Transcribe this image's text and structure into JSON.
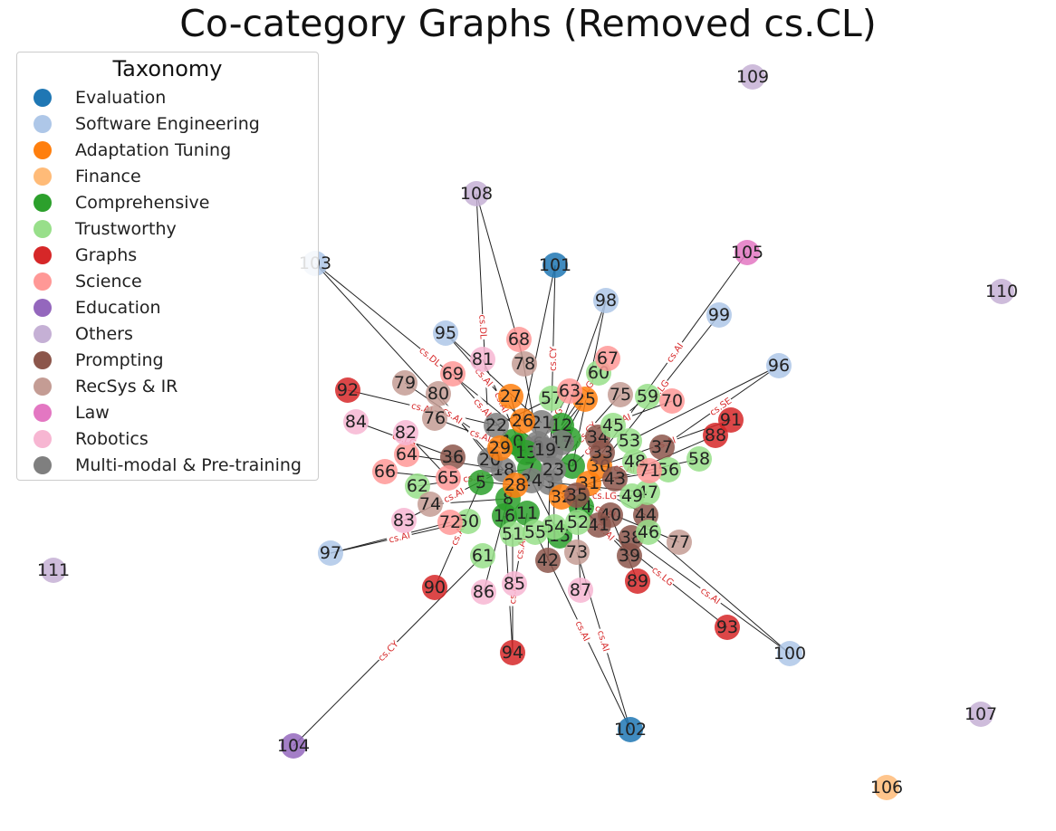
{
  "title": "Co-category Graphs (Removed cs.CL)",
  "legend": {
    "title": "Taxonomy",
    "items": [
      {
        "label": "Evaluation",
        "color": "#1f77b4"
      },
      {
        "label": "Software Engineering",
        "color": "#aec7e8"
      },
      {
        "label": "Adaptation Tuning",
        "color": "#ff7f0e"
      },
      {
        "label": "Finance",
        "color": "#ffbb78"
      },
      {
        "label": "Comprehensive",
        "color": "#2ca02c"
      },
      {
        "label": "Trustworthy",
        "color": "#98df8a"
      },
      {
        "label": "Graphs",
        "color": "#d62728"
      },
      {
        "label": "Science",
        "color": "#ff9896"
      },
      {
        "label": "Education",
        "color": "#9467bd"
      },
      {
        "label": "Others",
        "color": "#c5b0d5"
      },
      {
        "label": "Prompting",
        "color": "#8c564b"
      },
      {
        "label": "RecSys & IR",
        "color": "#c49c94"
      },
      {
        "label": "Law",
        "color": "#e377c2"
      },
      {
        "label": "Robotics",
        "color": "#f7b6d2"
      },
      {
        "label": "Multi-modal & Pre-training",
        "color": "#7f7f7f"
      }
    ]
  },
  "graph": {
    "edge_color": "#222222",
    "edge_label_color": "#d62728",
    "nodes": [
      {
        "id": "0",
        "cat": 4
      },
      {
        "id": "1",
        "cat": 4
      },
      {
        "id": "2",
        "cat": 14
      },
      {
        "id": "3",
        "cat": 14
      },
      {
        "id": "4",
        "cat": 4
      },
      {
        "id": "5",
        "cat": 4
      },
      {
        "id": "6",
        "cat": 14
      },
      {
        "id": "7",
        "cat": 4
      },
      {
        "id": "8",
        "cat": 4
      },
      {
        "id": "9",
        "cat": 14
      },
      {
        "id": "10",
        "cat": 4
      },
      {
        "id": "11",
        "cat": 4
      },
      {
        "id": "12",
        "cat": 4
      },
      {
        "id": "13",
        "cat": 4
      },
      {
        "id": "14",
        "cat": 4
      },
      {
        "id": "15",
        "cat": 4
      },
      {
        "id": "16",
        "cat": 4
      },
      {
        "id": "17",
        "cat": 14
      },
      {
        "id": "18",
        "cat": 14
      },
      {
        "id": "19",
        "cat": 14
      },
      {
        "id": "20",
        "cat": 14
      },
      {
        "id": "21",
        "cat": 14
      },
      {
        "id": "22",
        "cat": 14
      },
      {
        "id": "23",
        "cat": 14
      },
      {
        "id": "24",
        "cat": 14
      },
      {
        "id": "25",
        "cat": 2
      },
      {
        "id": "26",
        "cat": 2
      },
      {
        "id": "27",
        "cat": 2
      },
      {
        "id": "28",
        "cat": 2
      },
      {
        "id": "29",
        "cat": 2
      },
      {
        "id": "30",
        "cat": 2
      },
      {
        "id": "31",
        "cat": 2
      },
      {
        "id": "32",
        "cat": 2
      },
      {
        "id": "33",
        "cat": 10
      },
      {
        "id": "34",
        "cat": 10
      },
      {
        "id": "35",
        "cat": 10
      },
      {
        "id": "36",
        "cat": 10
      },
      {
        "id": "37",
        "cat": 10
      },
      {
        "id": "38",
        "cat": 10
      },
      {
        "id": "39",
        "cat": 10
      },
      {
        "id": "40",
        "cat": 10
      },
      {
        "id": "41",
        "cat": 10
      },
      {
        "id": "42",
        "cat": 10
      },
      {
        "id": "43",
        "cat": 10
      },
      {
        "id": "44",
        "cat": 10
      },
      {
        "id": "45",
        "cat": 5
      },
      {
        "id": "46",
        "cat": 5
      },
      {
        "id": "47",
        "cat": 5
      },
      {
        "id": "48",
        "cat": 5
      },
      {
        "id": "49",
        "cat": 5
      },
      {
        "id": "50",
        "cat": 5
      },
      {
        "id": "51",
        "cat": 5
      },
      {
        "id": "52",
        "cat": 5
      },
      {
        "id": "53",
        "cat": 5
      },
      {
        "id": "54",
        "cat": 5
      },
      {
        "id": "55",
        "cat": 5
      },
      {
        "id": "56",
        "cat": 5
      },
      {
        "id": "57",
        "cat": 5
      },
      {
        "id": "58",
        "cat": 5
      },
      {
        "id": "59",
        "cat": 5
      },
      {
        "id": "60",
        "cat": 5
      },
      {
        "id": "61",
        "cat": 5
      },
      {
        "id": "62",
        "cat": 5
      },
      {
        "id": "63",
        "cat": 7
      },
      {
        "id": "64",
        "cat": 7
      },
      {
        "id": "65",
        "cat": 7
      },
      {
        "id": "66",
        "cat": 7
      },
      {
        "id": "67",
        "cat": 7
      },
      {
        "id": "68",
        "cat": 7
      },
      {
        "id": "69",
        "cat": 7
      },
      {
        "id": "70",
        "cat": 7
      },
      {
        "id": "71",
        "cat": 7
      },
      {
        "id": "72",
        "cat": 7
      },
      {
        "id": "73",
        "cat": 11
      },
      {
        "id": "74",
        "cat": 11
      },
      {
        "id": "75",
        "cat": 11
      },
      {
        "id": "76",
        "cat": 11
      },
      {
        "id": "77",
        "cat": 11
      },
      {
        "id": "78",
        "cat": 11
      },
      {
        "id": "79",
        "cat": 11
      },
      {
        "id": "80",
        "cat": 11
      },
      {
        "id": "81",
        "cat": 13
      },
      {
        "id": "82",
        "cat": 13
      },
      {
        "id": "83",
        "cat": 13
      },
      {
        "id": "84",
        "cat": 13
      },
      {
        "id": "85",
        "cat": 13
      },
      {
        "id": "86",
        "cat": 13
      },
      {
        "id": "87",
        "cat": 13
      },
      {
        "id": "88",
        "cat": 6
      },
      {
        "id": "89",
        "cat": 6
      },
      {
        "id": "90",
        "cat": 6
      },
      {
        "id": "91",
        "cat": 6
      },
      {
        "id": "92",
        "cat": 6
      },
      {
        "id": "93",
        "cat": 6
      },
      {
        "id": "94",
        "cat": 6
      },
      {
        "id": "95",
        "cat": 1
      },
      {
        "id": "96",
        "cat": 1
      },
      {
        "id": "97",
        "cat": 1
      },
      {
        "id": "98",
        "cat": 1
      },
      {
        "id": "99",
        "cat": 1
      },
      {
        "id": "100",
        "cat": 1
      },
      {
        "id": "101",
        "cat": 0
      },
      {
        "id": "102",
        "cat": 0
      },
      {
        "id": "103",
        "cat": 1
      },
      {
        "id": "104",
        "cat": 8
      },
      {
        "id": "105",
        "cat": 12
      },
      {
        "id": "106",
        "cat": 3
      },
      {
        "id": "107",
        "cat": 9
      },
      {
        "id": "108",
        "cat": 9
      },
      {
        "id": "109",
        "cat": 9
      },
      {
        "id": "110",
        "cat": 9
      },
      {
        "id": "111",
        "cat": 9
      }
    ],
    "edges": [
      {
        "s": "103",
        "t": "19",
        "label": "cs.DL"
      },
      {
        "s": "103",
        "t": "18",
        "label": ""
      },
      {
        "s": "108",
        "t": "20",
        "label": "cs.DL"
      },
      {
        "s": "108",
        "t": "78",
        "label": ""
      },
      {
        "s": "101",
        "t": "2",
        "label": "cs.CY"
      },
      {
        "s": "101",
        "t": "26",
        "label": ""
      },
      {
        "s": "98",
        "t": "0",
        "label": "cs.LG"
      },
      {
        "s": "98",
        "t": "12",
        "label": ""
      },
      {
        "s": "99",
        "t": "30",
        "label": "cs.LG"
      },
      {
        "s": "105",
        "t": "33",
        "label": "cs.AI"
      },
      {
        "s": "96",
        "t": "37",
        "label": "cs.SE"
      },
      {
        "s": "96",
        "t": "53",
        "label": ""
      },
      {
        "s": "91",
        "t": "30",
        "label": "cs.AI"
      },
      {
        "s": "88",
        "t": "43",
        "label": ""
      },
      {
        "s": "58",
        "t": "31",
        "label": ""
      },
      {
        "s": "77",
        "t": "24",
        "label": "cs.AI"
      },
      {
        "s": "100",
        "t": "38",
        "label": "cs.AI"
      },
      {
        "s": "100",
        "t": "46",
        "label": ""
      },
      {
        "s": "93",
        "t": "41",
        "label": "cs.LG"
      },
      {
        "s": "89",
        "t": "40",
        "label": ""
      },
      {
        "s": "102",
        "t": "55",
        "label": "cs.AI"
      },
      {
        "s": "102",
        "t": "73",
        "label": "cs.AI"
      },
      {
        "s": "87",
        "t": "52",
        "label": ""
      },
      {
        "s": "94",
        "t": "51",
        "label": "cs.AI"
      },
      {
        "s": "94",
        "t": "16",
        "label": ""
      },
      {
        "s": "85",
        "t": "11",
        "label": "cs.AI"
      },
      {
        "s": "86",
        "t": "8",
        "label": ""
      },
      {
        "s": "90",
        "t": "5",
        "label": "cs.AI"
      },
      {
        "s": "104",
        "t": "61",
        "label": "cs.CY"
      },
      {
        "s": "97",
        "t": "50",
        "label": "cs.AI"
      },
      {
        "s": "97",
        "t": "72",
        "label": ""
      },
      {
        "s": "83",
        "t": "18",
        "label": "cs.AI"
      },
      {
        "s": "66",
        "t": "28",
        "label": "cs.AI"
      },
      {
        "s": "64",
        "t": "18",
        "label": ""
      },
      {
        "s": "84",
        "t": "36",
        "label": "cs.LG"
      },
      {
        "s": "92",
        "t": "22",
        "label": "cs.AI"
      },
      {
        "s": "79",
        "t": "29",
        "label": "cs.AI"
      },
      {
        "s": "95",
        "t": "26",
        "label": "cs.AI"
      },
      {
        "s": "95",
        "t": "21",
        "label": ""
      },
      {
        "s": "81",
        "t": "1",
        "label": "cs.AI"
      },
      {
        "s": "68",
        "t": "6",
        "label": ""
      },
      {
        "s": "67",
        "t": "12",
        "label": "cs.LG"
      },
      {
        "s": "70",
        "t": "4",
        "label": "cs.AI"
      },
      {
        "s": "59",
        "t": "34",
        "label": ""
      },
      {
        "s": "60",
        "t": "17",
        "label": ""
      },
      {
        "s": "75",
        "t": "23",
        "label": "cs.CY"
      },
      {
        "s": "69",
        "t": "10",
        "label": "cs.AI"
      },
      {
        "s": "80",
        "t": "20",
        "label": ""
      },
      {
        "s": "76",
        "t": "13",
        "label": "cs.AI"
      },
      {
        "s": "82",
        "t": "65",
        "label": ""
      },
      {
        "s": "62",
        "t": "7",
        "label": "cs.AI"
      },
      {
        "s": "74",
        "t": "8",
        "label": ""
      },
      {
        "s": "71",
        "t": "30",
        "label": "cs.AI"
      },
      {
        "s": "56",
        "t": "43",
        "label": ""
      },
      {
        "s": "39",
        "t": "14",
        "label": "cs.AI"
      },
      {
        "s": "42",
        "t": "3",
        "label": ""
      },
      {
        "s": "63",
        "t": "9",
        "label": "cs.LG"
      },
      {
        "s": "57",
        "t": "22",
        "label": ""
      },
      {
        "s": "45",
        "t": "0",
        "label": "cs.AI"
      },
      {
        "s": "48",
        "t": "32",
        "label": ""
      },
      {
        "s": "49",
        "t": "35",
        "label": "cs.LG"
      },
      {
        "s": "47",
        "t": "3",
        "label": ""
      },
      {
        "s": "44",
        "t": "31",
        "label": ""
      },
      {
        "s": "54",
        "t": "23",
        "label": ""
      },
      {
        "s": "15",
        "t": "24",
        "label": ""
      },
      {
        "s": "27",
        "t": "13",
        "label": ""
      },
      {
        "s": "25",
        "t": "19",
        "label": ""
      },
      {
        "s": "0",
        "t": "1",
        "label": ""
      },
      {
        "s": "2",
        "t": "9",
        "label": ""
      },
      {
        "s": "3",
        "t": "7",
        "label": ""
      },
      {
        "s": "28",
        "t": "24",
        "label": ""
      },
      {
        "s": "32",
        "t": "14",
        "label": ""
      }
    ]
  }
}
